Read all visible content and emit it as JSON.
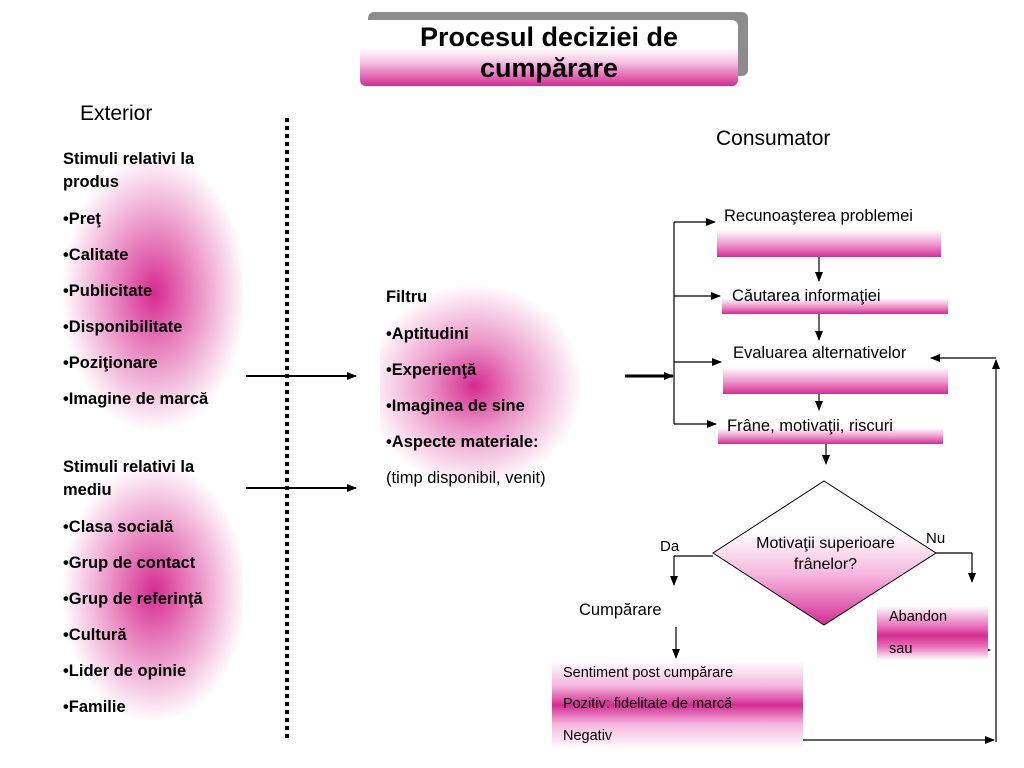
{
  "title": "Procesul deciziei de cumpărare",
  "exterior_label": "Exterior",
  "consumer_label": "Consumator",
  "product_stimuli": {
    "title": "Stimuli relativi la produs",
    "items": [
      "•Preţ",
      "•Calitate",
      "•Publicitate",
      "•Disponibilitate",
      "•Poziţionare",
      "•Imagine de marcă"
    ]
  },
  "environment_stimuli": {
    "title": "Stimuli relativi la mediu",
    "items": [
      "•Clasa socială",
      "•Grup de contact",
      "•Grup de referinţă",
      "•Cultură",
      "•Lider de opinie",
      "•Familie"
    ]
  },
  "filter": {
    "title": "Filtru",
    "items": [
      "•Aptitudini",
      "•Experienţă",
      "•Imaginea de sine",
      "•Aspecte materiale:"
    ],
    "note": "(timp disponibil, venit)"
  },
  "process": {
    "step1": "Recunoaşterea problemei",
    "step2": "Căutarea informaţiei",
    "step3": "Evaluarea alternativelor",
    "step4": "Frâne, motivaţii, riscuri",
    "decision": "Motivaţii superioare frânelor?",
    "yes_label": "Da",
    "no_label": "Nu",
    "purchase": "Cumpărare",
    "abandon": "Abandon",
    "or": "sau",
    "post_purchase": "Sentiment post cumpărare",
    "positive": "Pozitiv: fidelitate de marcă",
    "negative": "Negativ"
  },
  "colors": {
    "accent_magenta": "#d42d92",
    "title_shadow": "#8c8c8c"
  }
}
